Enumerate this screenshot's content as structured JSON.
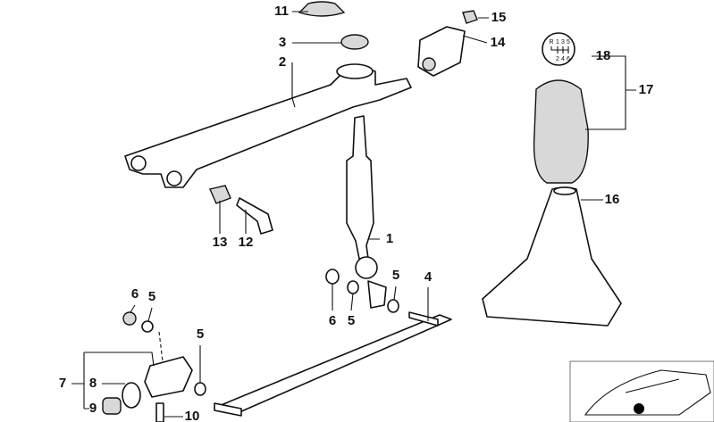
{
  "diagram": {
    "callouts": [
      "11",
      "15",
      "3",
      "14",
      "2",
      "18",
      "17",
      "16",
      "1",
      "13",
      "12",
      "4",
      "6",
      "5",
      "5",
      "6",
      "5",
      "5",
      "7",
      "8",
      "9",
      "10"
    ],
    "shift_pattern": {
      "top": [
        "R",
        "1",
        "3",
        "5"
      ],
      "bottom": [
        "2",
        "4",
        "6"
      ]
    }
  }
}
